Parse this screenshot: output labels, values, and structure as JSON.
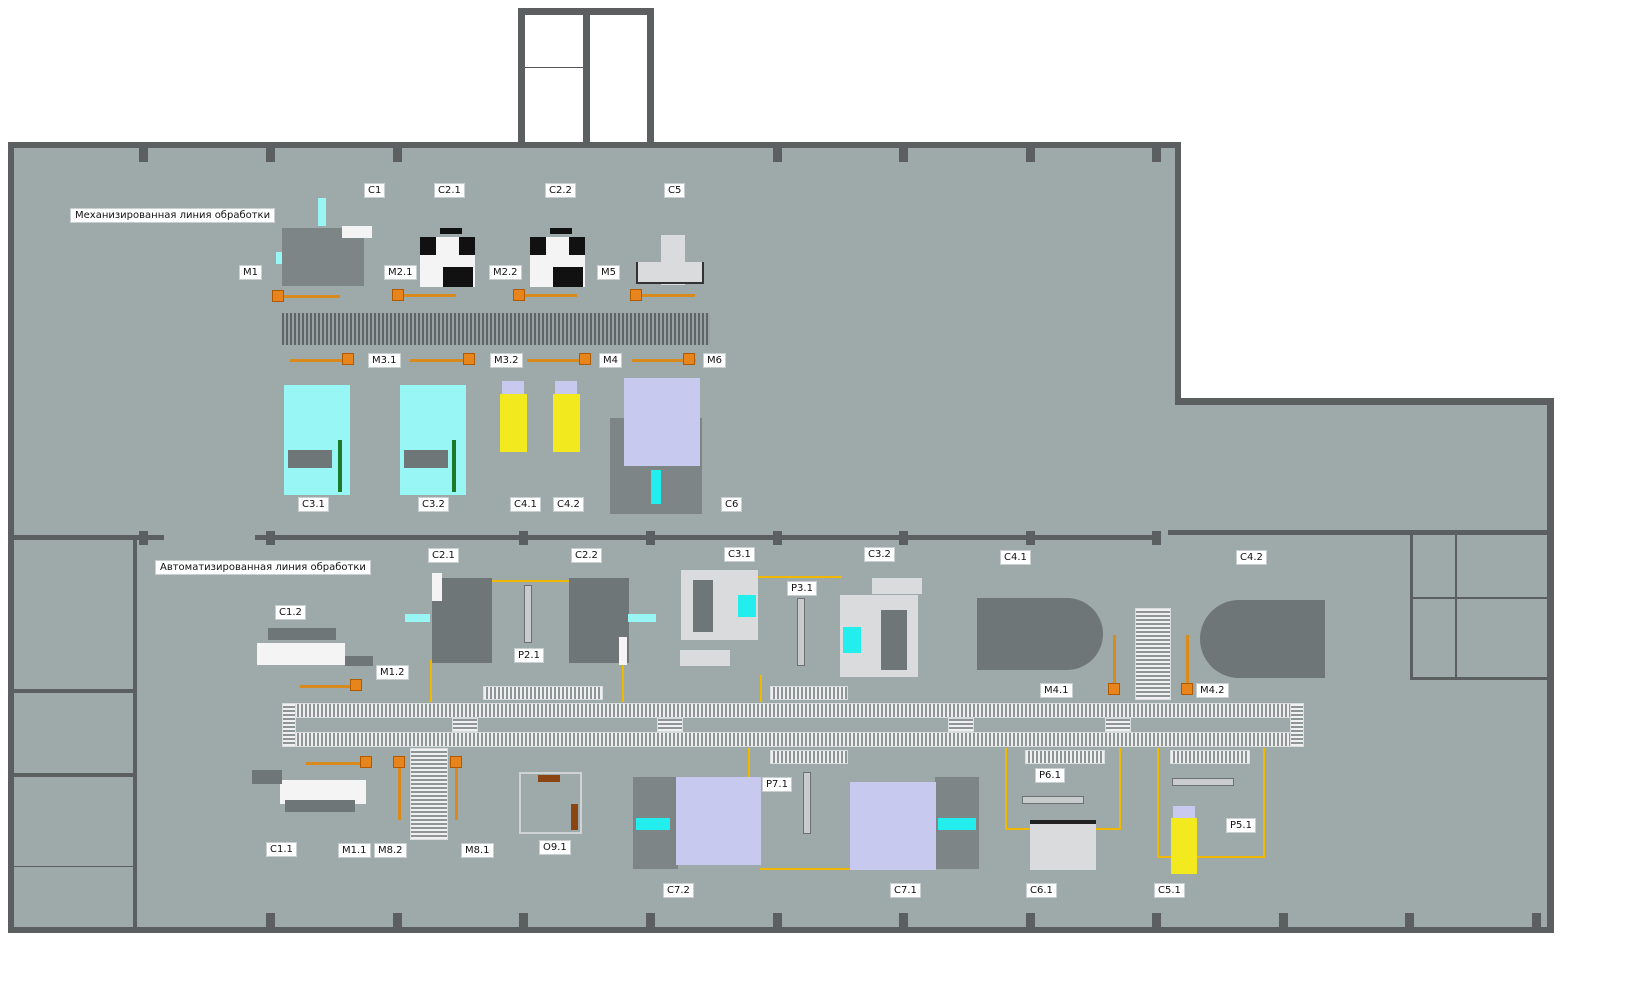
{
  "mechanized_line": {
    "title": "Механизированная линия обработки",
    "labels": {
      "C1": "C1",
      "C2_1": "C2.1",
      "C2_2": "C2.2",
      "C5": "C5",
      "M1": "M1",
      "M2_1": "M2.1",
      "M2_2": "M2.2",
      "M5": "M5",
      "M3_1": "M3.1",
      "M3_2": "M3.2",
      "M4": "M4",
      "M6": "M6",
      "C3_1": "C3.1",
      "C3_2": "C3.2",
      "C4_1": "C4.1",
      "C4_2": "C4.2",
      "C6": "C6"
    }
  },
  "automated_line": {
    "title": "Автоматизированная линия обработки",
    "labels": {
      "C2_1": "C2.1",
      "C2_2": "C2.2",
      "C3_1": "C3.1",
      "C3_2": "C3.2",
      "C4_1": "C4.1",
      "C4_2": "C4.2",
      "C1_2": "C1.2",
      "P3_1": "P3.1",
      "P2_1": "P2.1",
      "M1_2": "M1.2",
      "M4_1": "M4.1",
      "M4_2": "M4.2",
      "P7_1": "P7.1",
      "P6_1": "P6.1",
      "P5_1": "P5.1",
      "C1_1": "C1.1",
      "M1_1": "M1.1",
      "M8_2": "M8.2",
      "M8_1": "M8.1",
      "O9_1": "O9.1",
      "C7_2": "C7.2",
      "C7_1": "C7.1",
      "C6_1": "C6.1",
      "C5_1": "C5.1"
    }
  },
  "colors": {
    "floor": "#9ea9aa",
    "wall": "#5c5f60",
    "track": "#d98a1c",
    "link": "#f1b800"
  }
}
